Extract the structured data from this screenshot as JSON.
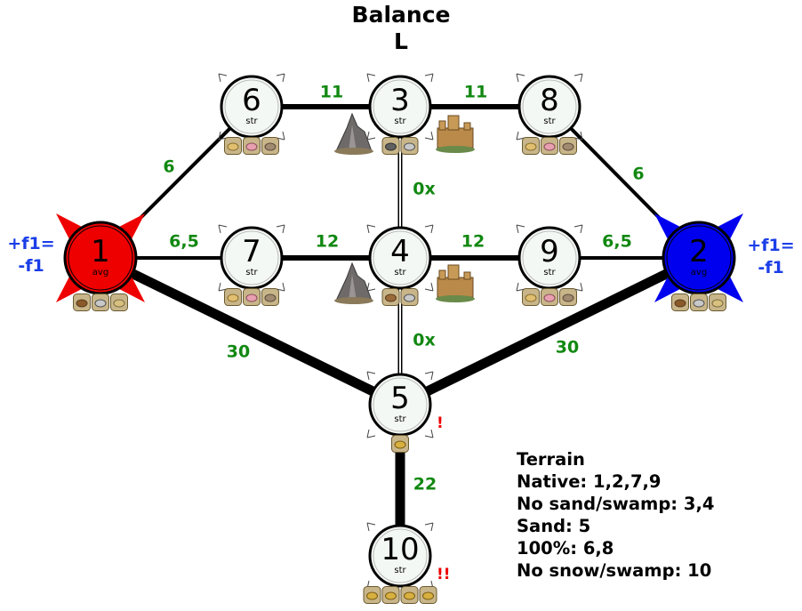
{
  "title": "Balance",
  "subtitle": "L",
  "colors": {
    "edge": "#000000",
    "edge_label": "#118811",
    "player_red": "#ee0000",
    "player_blue": "#0000ee",
    "player_note": "#1a3ee8",
    "zone_fill": "#f4f8f4",
    "warning": "#ee0000"
  },
  "zones": [
    {
      "id": "1",
      "label": "1",
      "sub": "avg",
      "type": "player-red",
      "resources": [
        "wood-ore",
        "mercury",
        "gold-coins"
      ]
    },
    {
      "id": "2",
      "label": "2",
      "sub": "avg",
      "type": "player-blue",
      "resources": [
        "wood-ore",
        "mercury",
        "gold-coins"
      ]
    },
    {
      "id": "3",
      "label": "3",
      "sub": "str",
      "type": "neutral",
      "resources": [
        "ore",
        "mercury"
      ]
    },
    {
      "id": "4",
      "label": "4",
      "sub": "str",
      "type": "neutral",
      "resources": [
        "wood",
        "mercury"
      ]
    },
    {
      "id": "5",
      "label": "5",
      "sub": "str",
      "type": "neutral",
      "resources": [
        "gold"
      ],
      "warning": "!"
    },
    {
      "id": "6",
      "label": "6",
      "sub": "str",
      "type": "neutral",
      "resources": [
        "sulfur",
        "crystal",
        "gems"
      ]
    },
    {
      "id": "7",
      "label": "7",
      "sub": "str",
      "type": "neutral",
      "resources": [
        "sulfur",
        "crystal",
        "gems"
      ]
    },
    {
      "id": "8",
      "label": "8",
      "sub": "str",
      "type": "neutral",
      "resources": [
        "sulfur",
        "crystal",
        "gems"
      ]
    },
    {
      "id": "9",
      "label": "9",
      "sub": "str",
      "type": "neutral",
      "resources": [
        "sulfur",
        "crystal",
        "gems"
      ]
    },
    {
      "id": "10",
      "label": "10",
      "sub": "str",
      "type": "neutral",
      "resources": [
        "gold",
        "gold",
        "gold",
        "gold"
      ],
      "warning": "!!"
    }
  ],
  "connections": [
    {
      "from": "6",
      "to": "3",
      "label": "11",
      "weight": "thick"
    },
    {
      "from": "3",
      "to": "8",
      "label": "11",
      "weight": "thick"
    },
    {
      "from": "1",
      "to": "6",
      "label": "6",
      "weight": "normal"
    },
    {
      "from": "8",
      "to": "2",
      "label": "6",
      "weight": "normal"
    },
    {
      "from": "1",
      "to": "7",
      "label": "6,5",
      "weight": "normal"
    },
    {
      "from": "7",
      "to": "4",
      "label": "12",
      "weight": "thick"
    },
    {
      "from": "4",
      "to": "9",
      "label": "12",
      "weight": "thick"
    },
    {
      "from": "9",
      "to": "2",
      "label": "6,5",
      "weight": "normal"
    },
    {
      "from": "3",
      "to": "4",
      "label": "0x",
      "weight": "double"
    },
    {
      "from": "4",
      "to": "5",
      "label": "0x",
      "weight": "double"
    },
    {
      "from": "1",
      "to": "5",
      "label": "30",
      "weight": "heavy"
    },
    {
      "from": "5",
      "to": "2",
      "label": "30",
      "weight": "heavy"
    },
    {
      "from": "5",
      "to": "10",
      "label": "22",
      "weight": "heavy"
    }
  ],
  "player_notes": {
    "red": [
      "+f1=",
      "-f1"
    ],
    "blue": [
      "+f1=",
      "-f1"
    ]
  },
  "terrain": {
    "heading": "Terrain",
    "lines": [
      "Native: 1,2,7,9",
      "No sand/swamp: 3,4",
      "Sand: 5",
      "100%: 6,8",
      "No snow/swamp: 10"
    ]
  },
  "town_icons": [
    "dark-tower-town-icon",
    "castle-town-icon"
  ]
}
